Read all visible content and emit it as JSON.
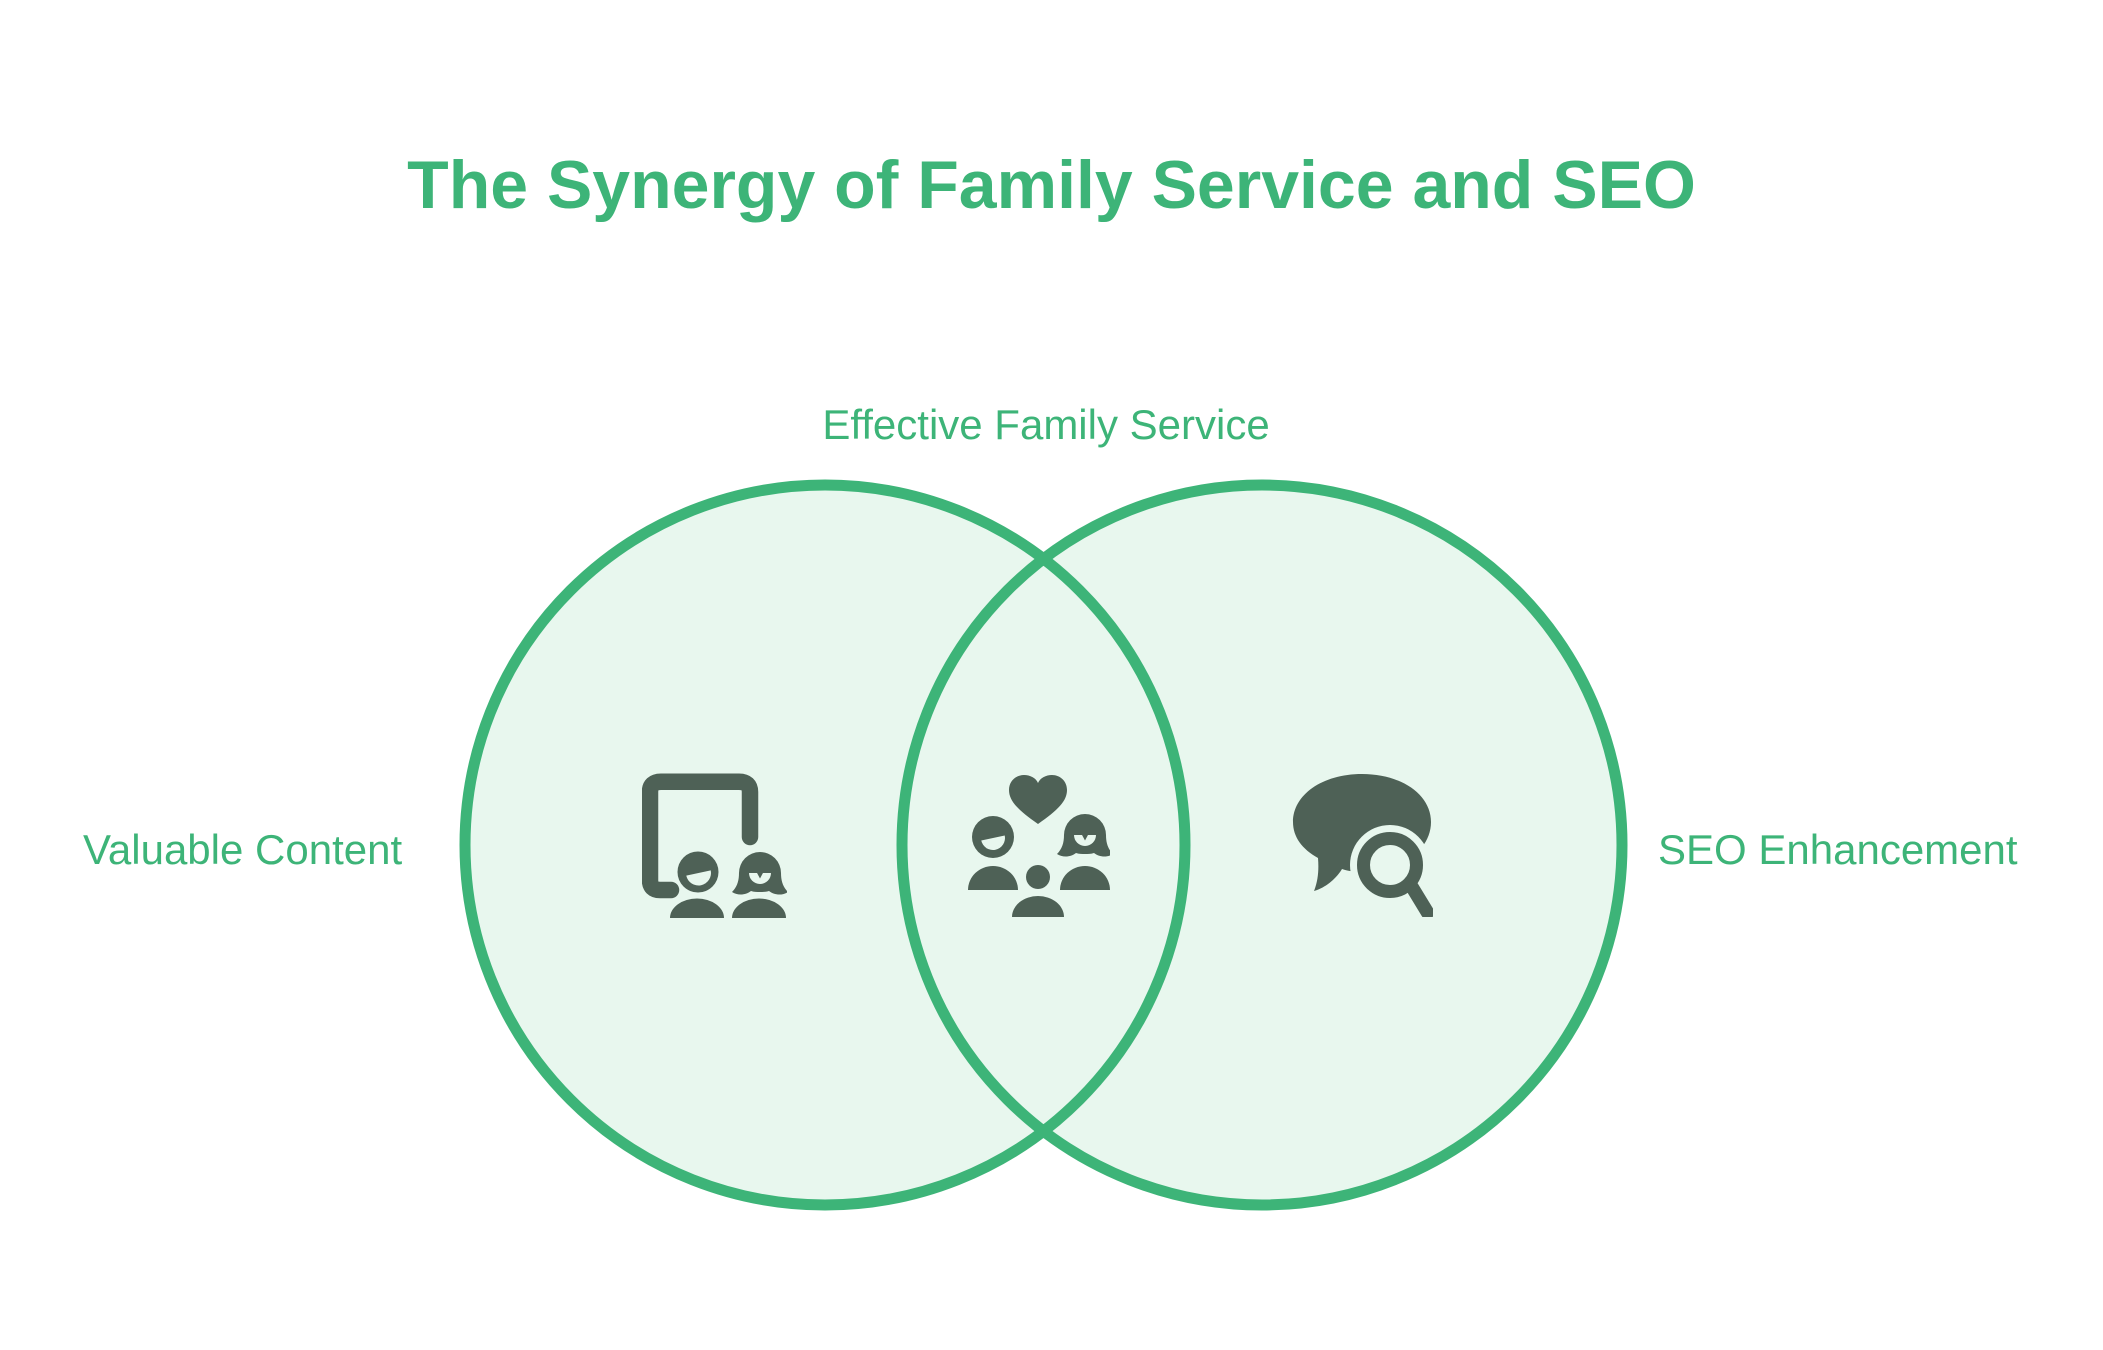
{
  "title": "The Synergy of Family Service and SEO",
  "venn": {
    "top_label": "Effective Family Service",
    "left_label": "Valuable Content",
    "right_label": "SEO Enhancement",
    "icons": {
      "left": "people-frame-icon",
      "center": "family-heart-icon",
      "right": "speech-bubble-magnifier-icon"
    }
  },
  "colors": {
    "accent": "#3db478",
    "circle-fill": "#e8f7ee",
    "circle-stroke": "#3db478",
    "icon-ink": "#4e6156",
    "background": "#ffffff"
  }
}
